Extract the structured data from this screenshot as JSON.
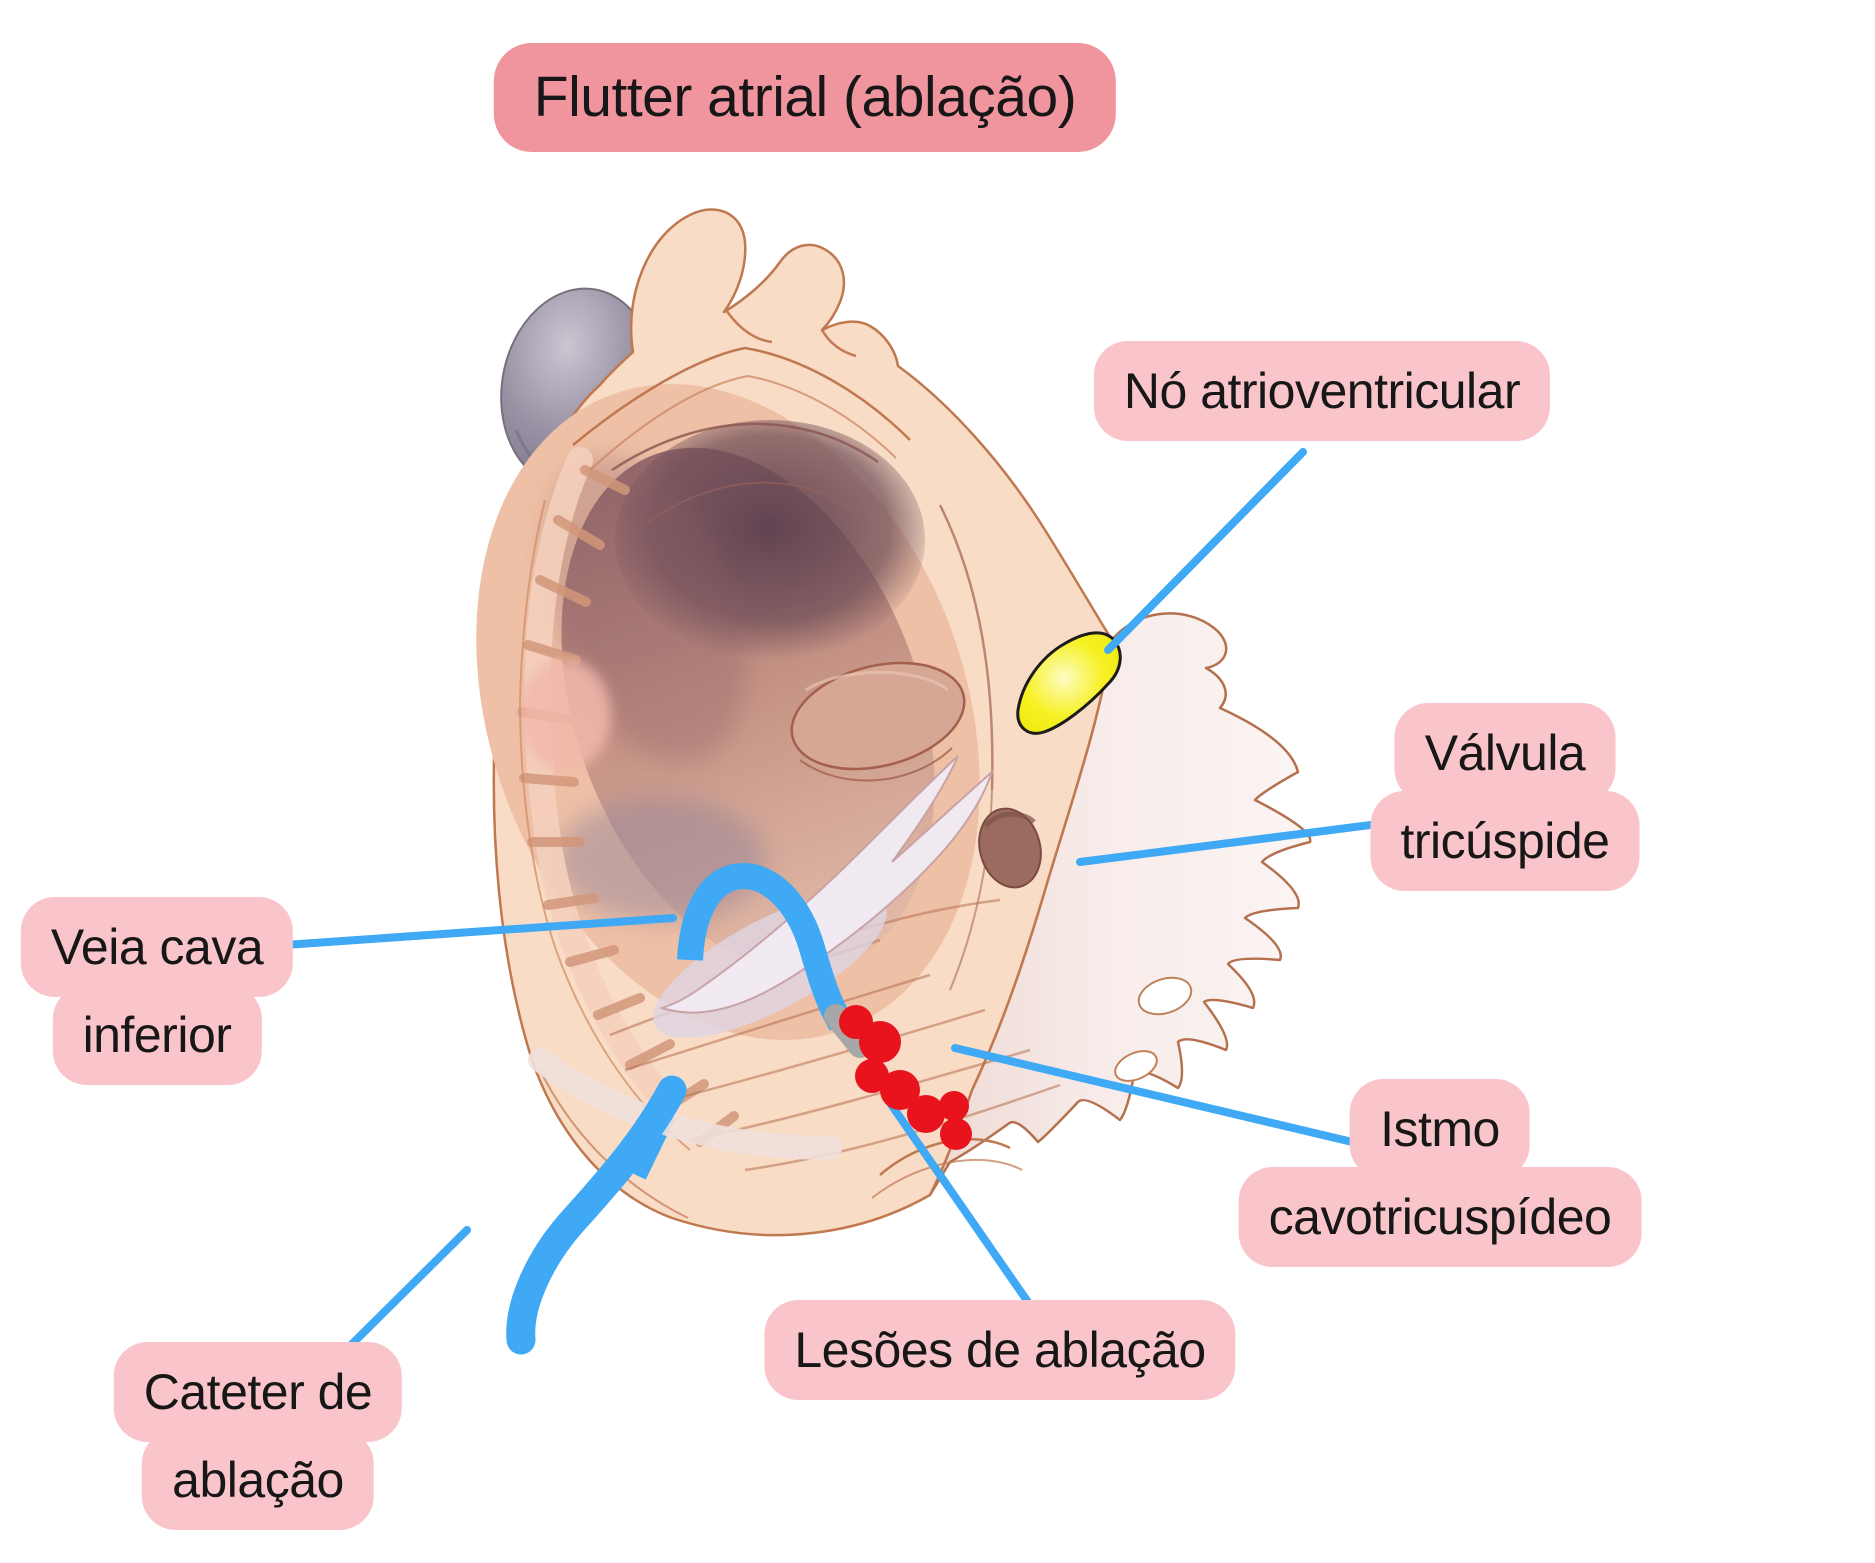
{
  "diagram": {
    "title": "Flutter atrial (ablação)",
    "labels": {
      "av_node": "Nó atrioventricular",
      "tricuspid_line1": "Válvula",
      "tricuspid_line2": "tricúspide",
      "ivc_line1": "Veia cava",
      "ivc_line2": "inferior",
      "isthmus_line1": "Istmo",
      "isthmus_line2": "cavotricuspídeo",
      "lesions": "Lesões de ablação",
      "catheter_line1": "Cateter de",
      "catheter_line2": "ablação"
    },
    "colors": {
      "title_bg": "#F0959E",
      "label_bg": "#F9C5CB",
      "text": "#171717",
      "leader_blue": "#3FA9F5",
      "catheter_blue": "#3FA9F5",
      "catheter_tip_gray": "#A7A7A7",
      "lesion_red": "#E8131D",
      "av_node_yellow": "#F5EF0E",
      "heart_flesh": "#F9DCC5",
      "heart_outline": "#BF7850"
    }
  }
}
